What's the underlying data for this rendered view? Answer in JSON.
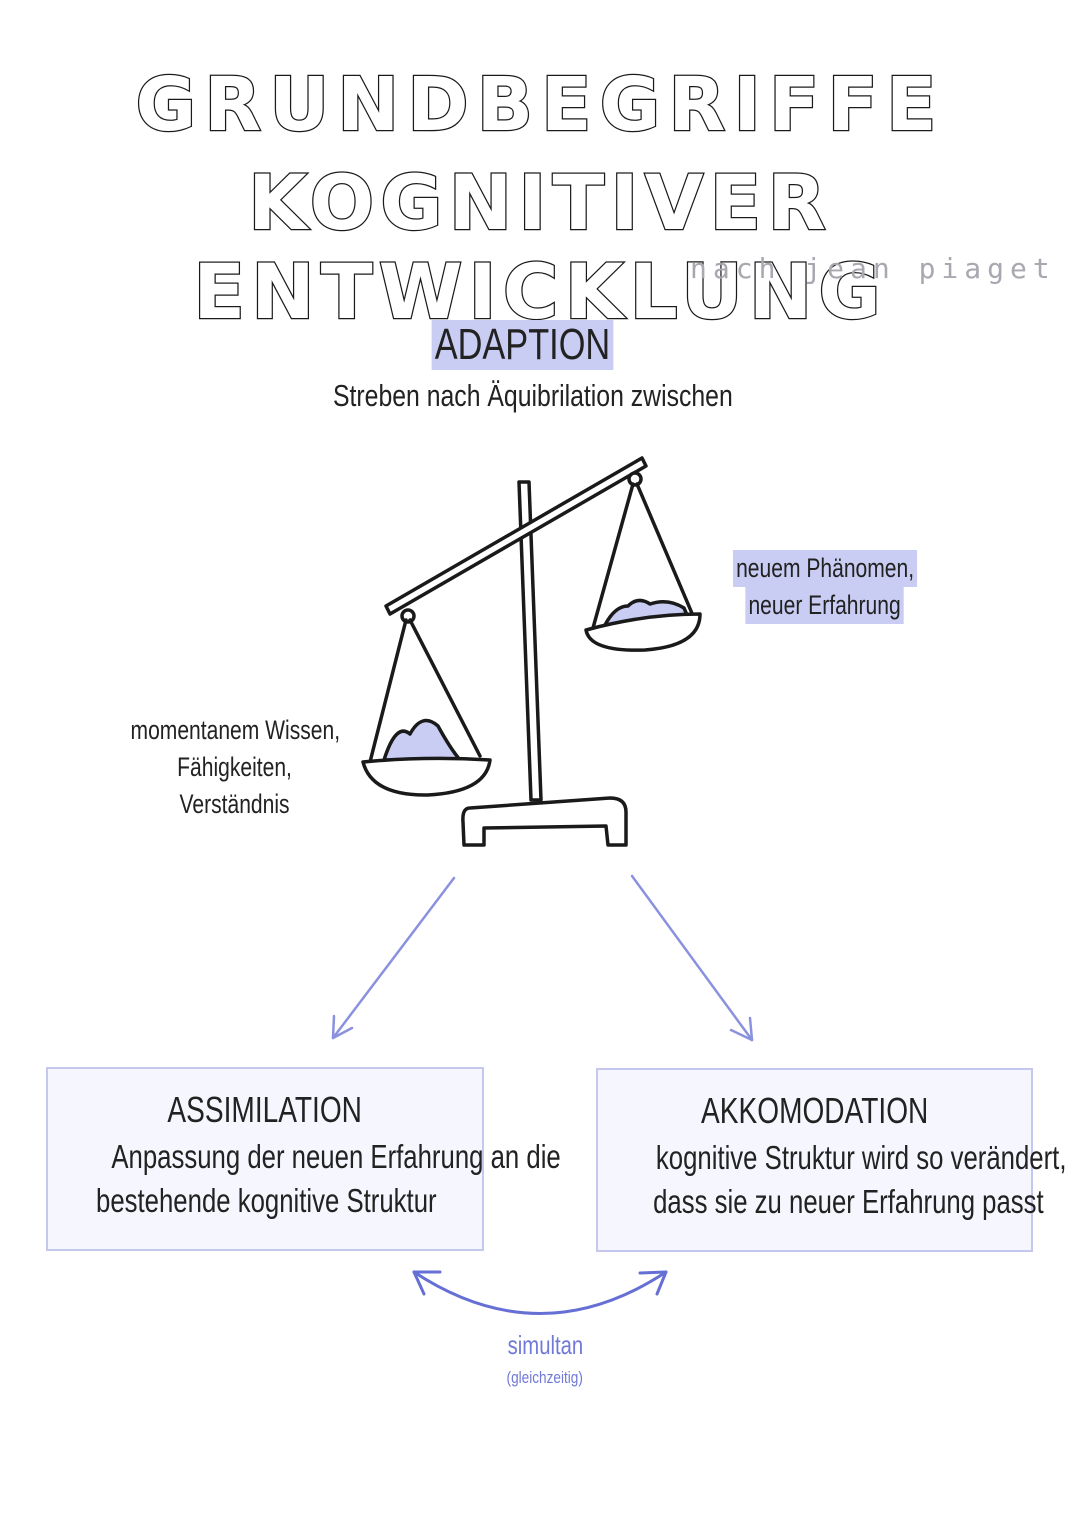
{
  "title": {
    "line1": "GRUNDBEGRIFFE",
    "line2": "KOGNITIVER ENTWICKLUNG",
    "subtitle": "nach jean piaget"
  },
  "adaption": {
    "heading": "ADAPTION",
    "description": "Streben nach Äquibrilation zwischen"
  },
  "scale": {
    "left_pan_label": [
      "momentanem Wissen,",
      "Fähigkeiten,",
      "Verständnis"
    ],
    "right_pan_label": [
      "neuem Phänomen,",
      "neuer Erfahrung"
    ]
  },
  "assimilation": {
    "title": "ASSIMILATION",
    "lines": [
      "Anpassung der neuen Erfahrung an die",
      "bestehende kognitive Struktur"
    ]
  },
  "akkomodation": {
    "title": "AKKOMODATION",
    "lines": [
      "kognitive Struktur wird so verändert,",
      "dass sie zu neuer Erfahrung passt"
    ]
  },
  "relation": {
    "label": "simultan",
    "note": "(gleichzeitig)"
  },
  "colors": {
    "accent": "#7079d6",
    "highlight": "#c9cdf3",
    "box_fill": "#f6f7fe",
    "box_border": "#c4c8ef",
    "ink": "#1a1a1a"
  }
}
